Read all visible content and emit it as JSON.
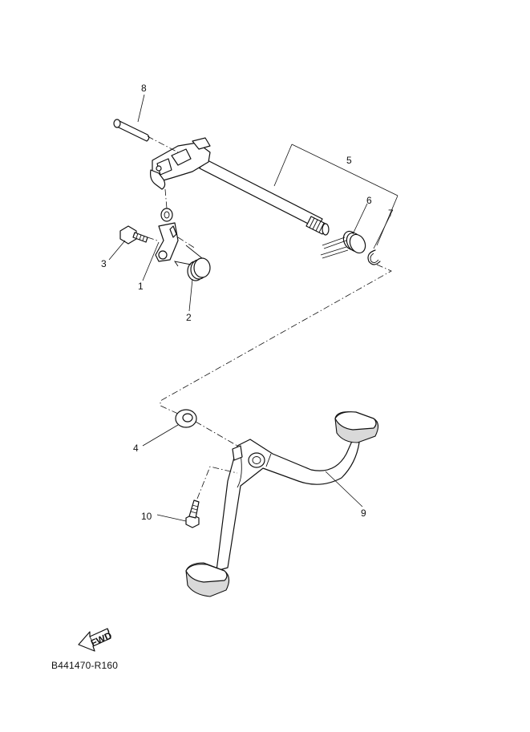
{
  "callouts": {
    "c1": "1",
    "c2": "2",
    "c3": "3",
    "c4": "4",
    "c5": "5",
    "c6": "6",
    "c7": "7",
    "c8": "8",
    "c9": "9",
    "c10": "10"
  },
  "fwd_label": "FWD",
  "diagram_code": "B441470-R160"
}
